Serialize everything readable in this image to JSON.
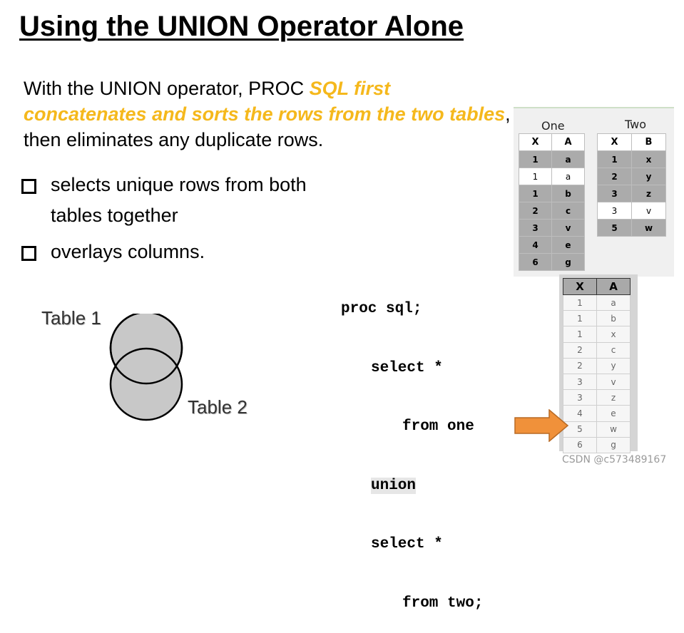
{
  "title": "Using the UNION Operator Alone",
  "intro": {
    "part1": "With the UNION operator, PROC ",
    "highlight": "SQL first concatenates and sorts the rows from the two tables",
    "part2": ", then eliminates any duplicate rows."
  },
  "bullets": [
    {
      "line1": "selects unique rows from both",
      "line2": "tables together"
    },
    {
      "line1": "overlays columns."
    }
  ],
  "venn": {
    "label1": "Table 1",
    "label2": "Table 2",
    "fill": "#c8c8c8"
  },
  "code": {
    "lines": [
      "proc sql;",
      "select *",
      "from one",
      "union",
      "select *",
      "from two;"
    ]
  },
  "table_one": {
    "caption": "One",
    "headers": [
      "X",
      "A"
    ],
    "rows": [
      [
        "1",
        "a"
      ],
      [
        "1",
        "a"
      ],
      [
        "1",
        "b"
      ],
      [
        "2",
        "c"
      ],
      [
        "3",
        "v"
      ],
      [
        "4",
        "e"
      ],
      [
        "6",
        "g"
      ]
    ],
    "light_rows": [
      1
    ]
  },
  "table_two": {
    "caption": "Two",
    "headers": [
      "X",
      "B"
    ],
    "rows": [
      [
        "1",
        "x"
      ],
      [
        "2",
        "y"
      ],
      [
        "3",
        "z"
      ],
      [
        "3",
        "v"
      ],
      [
        "5",
        "w"
      ]
    ],
    "light_rows": [
      3
    ]
  },
  "table_result": {
    "headers": [
      "X",
      "A"
    ],
    "rows": [
      [
        "1",
        "a"
      ],
      [
        "1",
        "b"
      ],
      [
        "1",
        "x"
      ],
      [
        "2",
        "c"
      ],
      [
        "2",
        "y"
      ],
      [
        "3",
        "v"
      ],
      [
        "3",
        "z"
      ],
      [
        "4",
        "e"
      ],
      [
        "5",
        "w"
      ],
      [
        "6",
        "g"
      ]
    ]
  },
  "arrow": {
    "color": "#f0913a",
    "points_to_row": 8
  },
  "watermark": "CSDN @c573489167",
  "colors": {
    "highlight": "#f5b81c",
    "dark_cell": "#ababab"
  }
}
